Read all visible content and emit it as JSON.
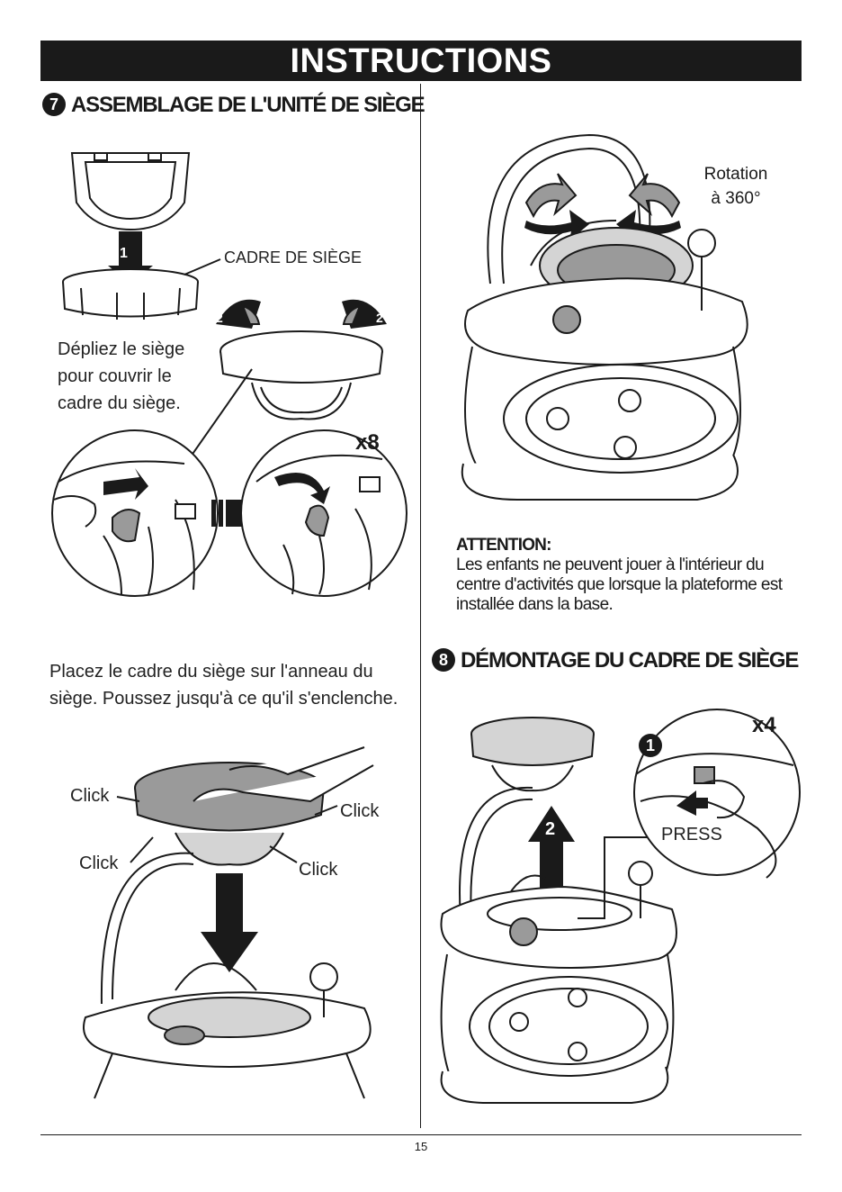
{
  "header": {
    "title": "INSTRUCTIONS"
  },
  "section7": {
    "number": "7",
    "title": "ASSEMBLAGE DE L'UNITÉ DE SIÈGE",
    "frame_label": "CADRE DE SIÈGE",
    "step1_marker": "1",
    "step2_marker": "2",
    "unfold_text": "Dépliez le siège pour couvrir le cadre du siège.",
    "multiplier": "x8",
    "place_text": "Placez le cadre du siège sur l'anneau du siège. Poussez jusqu'à ce qu'il s'enclenche.",
    "click_labels": [
      "Click",
      "Click",
      "Click",
      "Click"
    ]
  },
  "right_panel": {
    "rotation_label": "Rotation\nà 360°",
    "attention_title": "ATTENTION:",
    "attention_text": "Les enfants ne peuvent jouer à l'intérieur du centre d'activités que lorsque la plateforme est installée dans la base."
  },
  "section8": {
    "number": "8",
    "title": "DÉMONTAGE DU CADRE DE SIÈGE",
    "multiplier": "x4",
    "step1_marker": "1",
    "step2_marker": "2",
    "press_label": "PRESS"
  },
  "footer": {
    "page_number": "15"
  }
}
